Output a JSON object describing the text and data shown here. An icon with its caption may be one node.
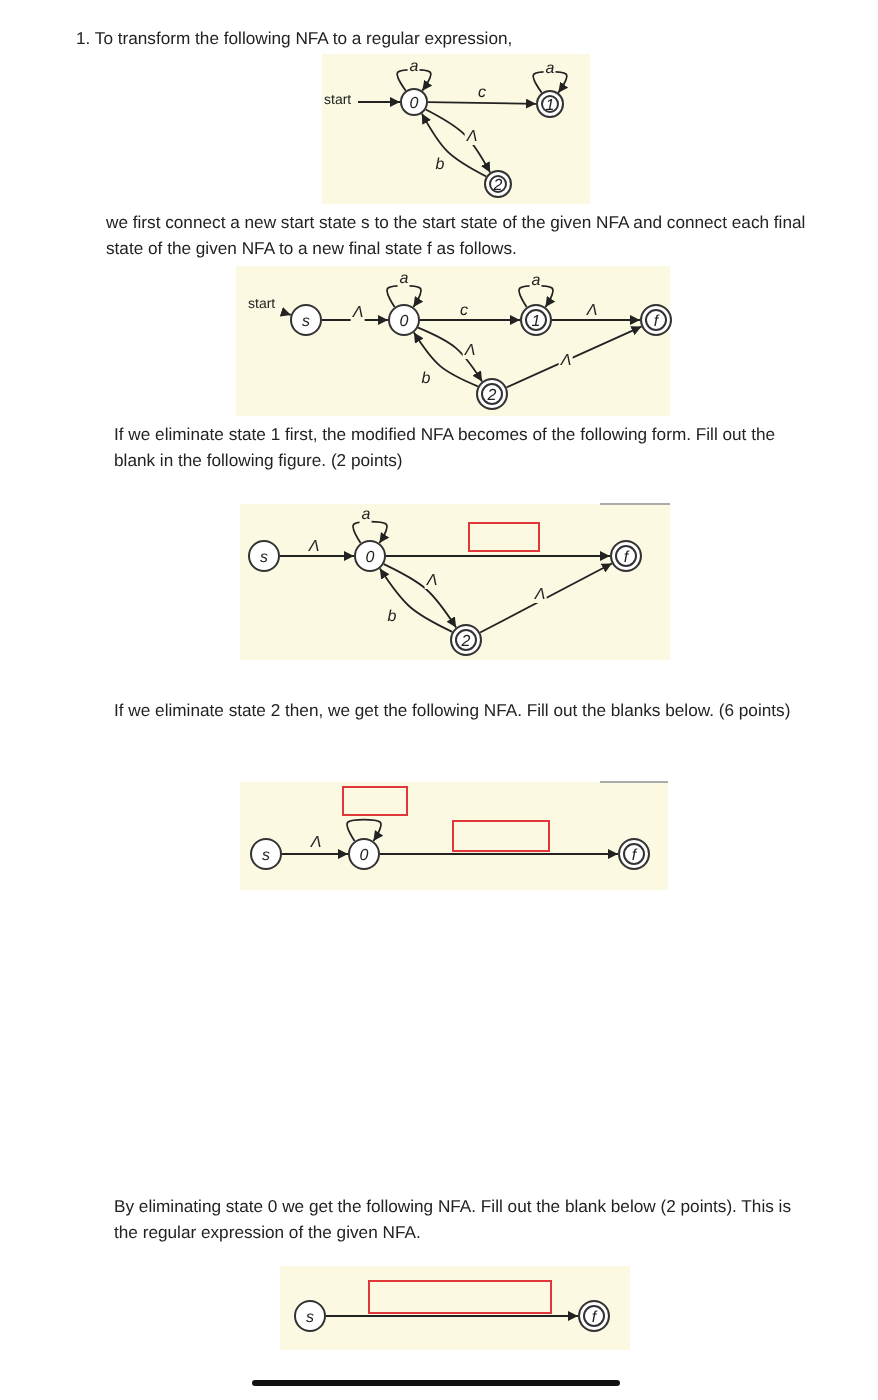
{
  "diagram": {
    "nodes": [
      {
        "text": [
          "start"
        ]
      },
      {
        "text": [
          "0"
        ]
      },
      {
        "text": [
          "1"
        ]
      },
      {
        "text": [
          "2"
        ]
      },
      {
        "text": [
          "start"
        ]
      },
      {
        "text": [
          "s"
        ]
      },
      {
        "text": [
          "0"
        ]
      },
      {
        "text": [
          "1"
        ]
      },
      {
        "text": [
          "f"
        ]
      },
      {
        "text": [
          "2"
        ]
      },
      {
        "text": [
          "s"
        ]
      },
      {
        "text": [
          "0"
        ]
      },
      {
        "text": [
          "f"
        ]
      },
      {
        "text": [
          "2"
        ]
      },
      {
        "text": [
          "s"
        ]
      },
      {
        "text": [
          "0"
        ]
      },
      {
        "text": [
          "f"
        ]
      },
      {
        "text": [
          "s"
        ]
      },
      {
        "text": [
          "f"
        ]
      }
    ],
    "edges": [
      {
        "from": 0,
        "to": 1,
        "arrow": "to"
      },
      {
        "from": 1,
        "to": 1,
        "arrow": "to",
        "label": "a"
      },
      {
        "from": 1,
        "to": 2,
        "arrow": "to",
        "label": "c"
      },
      {
        "from": 2,
        "to": 2,
        "arrow": "to",
        "label": "a"
      },
      {
        "from": 1,
        "to": 3,
        "arrow": "to",
        "label": "Λ"
      },
      {
        "from": 3,
        "to": 1,
        "arrow": "to",
        "label": "b"
      },
      {
        "from": 4,
        "to": 5,
        "arrow": "to"
      },
      {
        "from": 5,
        "to": 6,
        "arrow": "to",
        "label": "Λ"
      },
      {
        "from": 6,
        "to": 6,
        "arrow": "to",
        "label": "a"
      },
      {
        "from": 6,
        "to": 7,
        "arrow": "to",
        "label": "c"
      },
      {
        "from": 7,
        "to": 7,
        "arrow": "to",
        "label": "a"
      },
      {
        "from": 7,
        "to": 8,
        "arrow": "to",
        "label": "Λ"
      },
      {
        "from": 6,
        "to": 9,
        "arrow": "to",
        "label": "Λ"
      },
      {
        "from": 9,
        "to": 6,
        "arrow": "to",
        "label": "b"
      },
      {
        "from": 9,
        "to": 8,
        "arrow": "to",
        "label": "Λ"
      },
      {
        "from": 10,
        "to": 11,
        "arrow": "to",
        "label": "Λ"
      },
      {
        "from": 11,
        "to": 11,
        "arrow": "to",
        "label": "a"
      },
      {
        "from": 11,
        "to": 12,
        "arrow": "to"
      },
      {
        "from": 11,
        "to": 13,
        "arrow": "to",
        "label": "Λ"
      },
      {
        "from": 13,
        "to": 11,
        "arrow": "to",
        "label": "b"
      },
      {
        "from": 13,
        "to": 12,
        "arrow": "to",
        "label": "Λ"
      },
      {
        "from": 14,
        "to": 15,
        "arrow": "to",
        "label": "Λ"
      },
      {
        "from": 15,
        "to": 15,
        "arrow": "to"
      },
      {
        "from": 15,
        "to": 16,
        "arrow": "to"
      },
      {
        "from": 17,
        "to": 18,
        "arrow": "to"
      }
    ],
    "labels": [
      "1. To transform the following NFA to a regular expression,",
      "we first connect a new start state s to the start state of the given NFA and connect each final state of the given NFA to a new final state f as follows.",
      "If we eliminate state 1 first, the modified NFA becomes of the following form. Fill out the blank in the following figure. (2 points)",
      "If we eliminate state 2 then, we get the following NFA. Fill out the blanks below. (6 points)",
      "By eliminating state 0 we get the following NFA. Fill out the blank below (2 points). This is the regular expression of the given NFA."
    ]
  }
}
